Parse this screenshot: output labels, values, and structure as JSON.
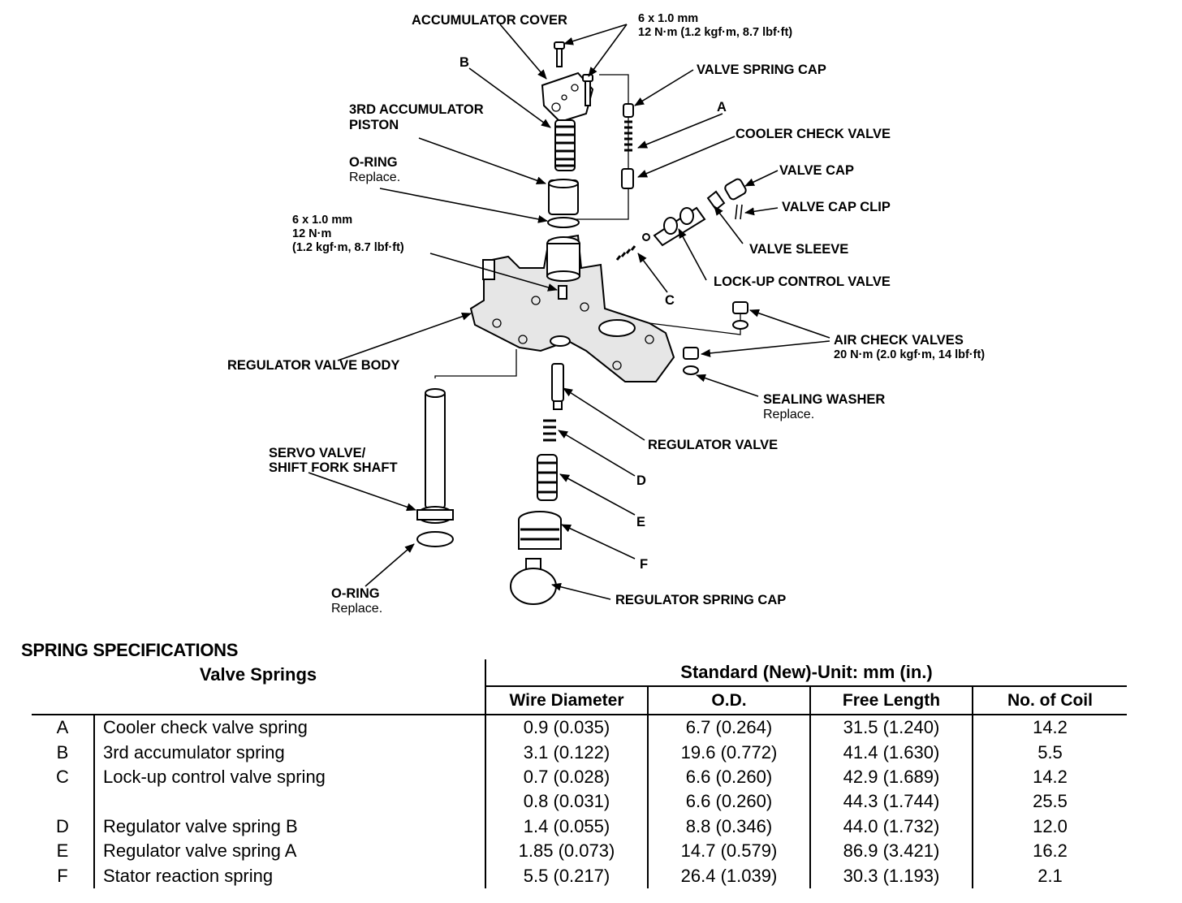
{
  "diagram": {
    "labels": {
      "accumulator_cover": "ACCUMULATOR COVER",
      "torque_top_1": "6 x 1.0 mm",
      "torque_top_2": "12 N·m (1.2 kgf·m, 8.7 lbf·ft)",
      "valve_spring_cap": "VALVE SPRING CAP",
      "b": "B",
      "a": "A",
      "third_acc_1": "3RD ACCUMULATOR",
      "third_acc_2": "PISTON",
      "cooler_check_valve": "COOLER CHECK VALVE",
      "o_ring_top": "O-RING",
      "replace_top": "Replace.",
      "valve_cap": "VALVE CAP",
      "valve_cap_clip": "VALVE CAP CLIP",
      "torque_mid_1": "6 x 1.0 mm",
      "torque_mid_2": "12 N·m",
      "torque_mid_3": "(1.2 kgf·m, 8.7 lbf·ft)",
      "valve_sleeve": "VALVE SLEEVE",
      "lockup_control_valve": "LOCK-UP CONTROL VALVE",
      "c": "C",
      "air_check_valves": "AIR CHECK VALVES",
      "air_check_torque": "20 N·m (2.0 kgf·m, 14 lbf·ft)",
      "regulator_valve_body": "REGULATOR VALVE BODY",
      "sealing_washer": "SEALING WASHER",
      "replace_washer": "Replace.",
      "regulator_valve": "REGULATOR VALVE",
      "servo_1": "SERVO VALVE/",
      "servo_2": "SHIFT FORK SHAFT",
      "d": "D",
      "e": "E",
      "f": "F",
      "o_ring_bottom": "O-RING",
      "replace_bottom": "Replace.",
      "regulator_spring_cap": "REGULATOR SPRING CAP"
    }
  },
  "spec": {
    "title": "SPRING SPECIFICATIONS",
    "header": {
      "valve_springs": "Valve Springs",
      "standard": "Standard (New)-Unit: mm (in.)",
      "columns": [
        "Wire Diameter",
        "O.D.",
        "Free Length",
        "No. of Coil"
      ]
    },
    "rows": [
      {
        "letter": "A",
        "name": "Cooler check valve spring",
        "wire": "0.9 (0.035)",
        "od": "6.7 (0.264)",
        "free": "31.5 (1.240)",
        "coil": "14.2"
      },
      {
        "letter": "B",
        "name": "3rd accumulator spring",
        "wire": "3.1 (0.122)",
        "od": "19.6 (0.772)",
        "free": "41.4 (1.630)",
        "coil": "5.5"
      },
      {
        "letter": "C",
        "name": "Lock-up control valve spring",
        "wire": "0.7 (0.028)",
        "od": "6.6 (0.260)",
        "free": "42.9 (1.689)",
        "coil": "14.2"
      },
      {
        "letter": "",
        "name": "",
        "wire": "0.8 (0.031)",
        "od": "6.6 (0.260)",
        "free": "44.3 (1.744)",
        "coil": "25.5"
      },
      {
        "letter": "D",
        "name": "Regulator valve spring B",
        "wire": "1.4 (0.055)",
        "od": "8.8 (0.346)",
        "free": "44.0 (1.732)",
        "coil": "12.0"
      },
      {
        "letter": "E",
        "name": "Regulator valve spring A",
        "wire": "1.85 (0.073)",
        "od": "14.7 (0.579)",
        "free": "86.9 (3.421)",
        "coil": "16.2"
      },
      {
        "letter": "F",
        "name": "Stator reaction spring",
        "wire": "5.5 (0.217)",
        "od": "26.4 (1.039)",
        "free": "30.3 (1.193)",
        "coil": "2.1"
      }
    ]
  }
}
